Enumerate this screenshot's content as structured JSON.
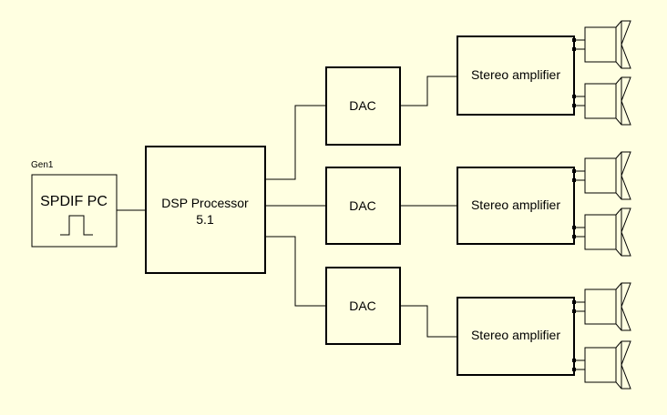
{
  "source": {
    "group_label": "Gen1",
    "label": "SPDIF PC",
    "waveform_icon": "square-pulse-icon"
  },
  "dsp": {
    "line1": "DSP Processor",
    "line2": "5.1"
  },
  "channels": [
    {
      "dac_label": "DAC",
      "amp_label": "Stereo amplifier"
    },
    {
      "dac_label": "DAC",
      "amp_label": "Stereo amplifier"
    },
    {
      "dac_label": "DAC",
      "amp_label": "Stereo amplifier"
    }
  ],
  "speaker_icon": "speaker-icon",
  "colors": {
    "background": "#FFFFE1",
    "stroke": "#000000"
  }
}
